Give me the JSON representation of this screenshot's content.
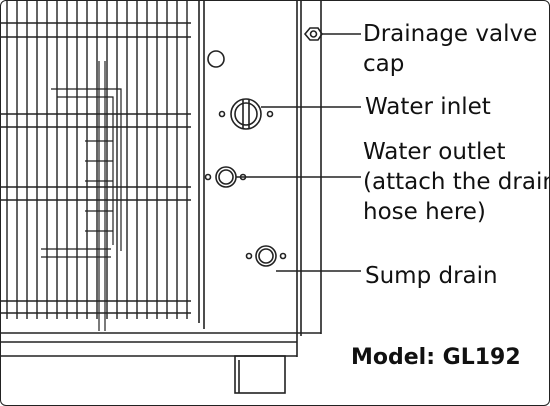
{
  "labels": {
    "drainage_valve_line1": "Drainage valve",
    "drainage_valve_line2": "cap",
    "water_inlet": "Water inlet",
    "water_outlet_line1": "Water outlet",
    "water_outlet_line2": "(attach the drain",
    "water_outlet_line3": "hose here)",
    "sump_drain": "Sump drain"
  },
  "model_label": "Model: GL192",
  "colors": {
    "line": "#222222",
    "background": "#ffffff"
  }
}
